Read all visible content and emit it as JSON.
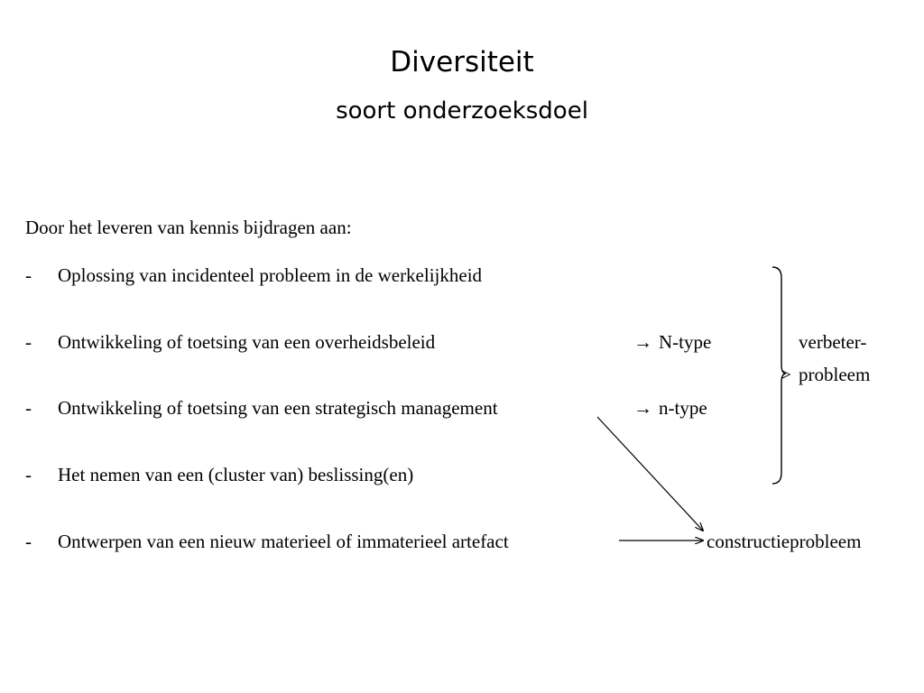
{
  "slide": {
    "title": "Diversiteit",
    "subtitle": "soort onderzoeksdoel",
    "intro": "Door het leveren van kennis bijdragen aan:",
    "bullet_marker": "-",
    "items": [
      {
        "text": "Oplossing van incidenteel probleem in de werkelijkheid"
      },
      {
        "text": "Ontwikkeling of toetsing van een overheidsbeleid"
      },
      {
        "text": "Ontwikkeling of toetsing van een strategisch management"
      },
      {
        "text": "Het nemen van een (cluster van) beslissing(en)"
      },
      {
        "text": "Ontwerpen van een nieuw materieel of immaterieel artefact"
      }
    ],
    "annotations": {
      "n_type_upper": "N-type",
      "n_type_lower": "n-type",
      "improvement_line1": "verbeter-",
      "improvement_line2": "probleem",
      "bracket_point": ">",
      "construction": "constructieprobleem"
    },
    "arrow_glyph": "→"
  }
}
